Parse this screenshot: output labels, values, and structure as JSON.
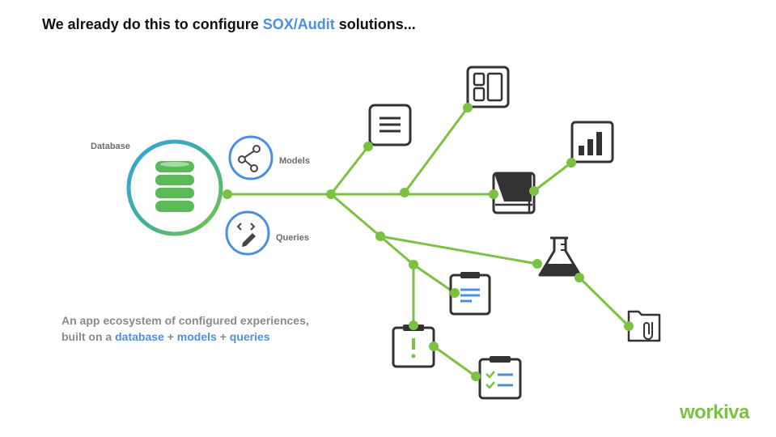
{
  "title": {
    "prefix": "We already do this to configure ",
    "highlight": "SOX/Audit",
    "suffix": " solutions..."
  },
  "labels": {
    "database": "Database",
    "models": "Models",
    "queries": "Queries"
  },
  "caption": {
    "line1": "An app ecosystem of configured experiences,",
    "line2_prefix": "built on a ",
    "database": "database",
    "plus1": " + ",
    "models": "models",
    "plus2": " + ",
    "queries": "queries"
  },
  "logo": "workiva",
  "colors": {
    "accent": "#4a90e2",
    "line": "#7cc242",
    "icon": "#333333"
  },
  "icons": [
    "database-icon",
    "models-icon",
    "queries-icon",
    "document-icon",
    "dashboard-icon",
    "notebook-icon",
    "bar-chart-icon",
    "flask-icon",
    "folder-attachment-icon",
    "clipboard-icon",
    "clipboard-alert-icon",
    "checklist-icon"
  ]
}
